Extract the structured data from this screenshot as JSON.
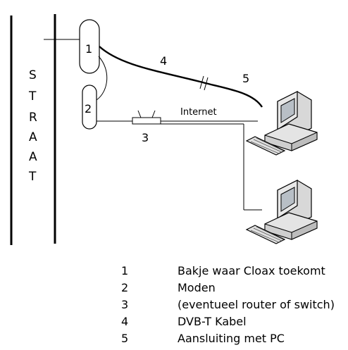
{
  "street": {
    "letters": [
      "S",
      "T",
      "R",
      "A",
      "A",
      "T"
    ]
  },
  "nodes": [
    {
      "id": "node-1",
      "number": "1"
    },
    {
      "id": "node-2",
      "number": "2"
    },
    {
      "id": "node-3",
      "number": "3"
    },
    {
      "id": "node-4",
      "number": "4"
    },
    {
      "id": "node-5",
      "number": "5"
    }
  ],
  "labels": {
    "internet": "Internet"
  },
  "icons": [
    "computer-icon",
    "computer-icon"
  ],
  "legend": [
    {
      "num": "1",
      "text": "Bakje waar Cloax toekomt"
    },
    {
      "num": "2",
      "text": "Moden"
    },
    {
      "num": "3",
      "text": "(eventueel router of switch)"
    },
    {
      "num": "4",
      "text": "DVB-T Kabel"
    },
    {
      "num": "5",
      "text": "Aansluiting met PC"
    }
  ]
}
